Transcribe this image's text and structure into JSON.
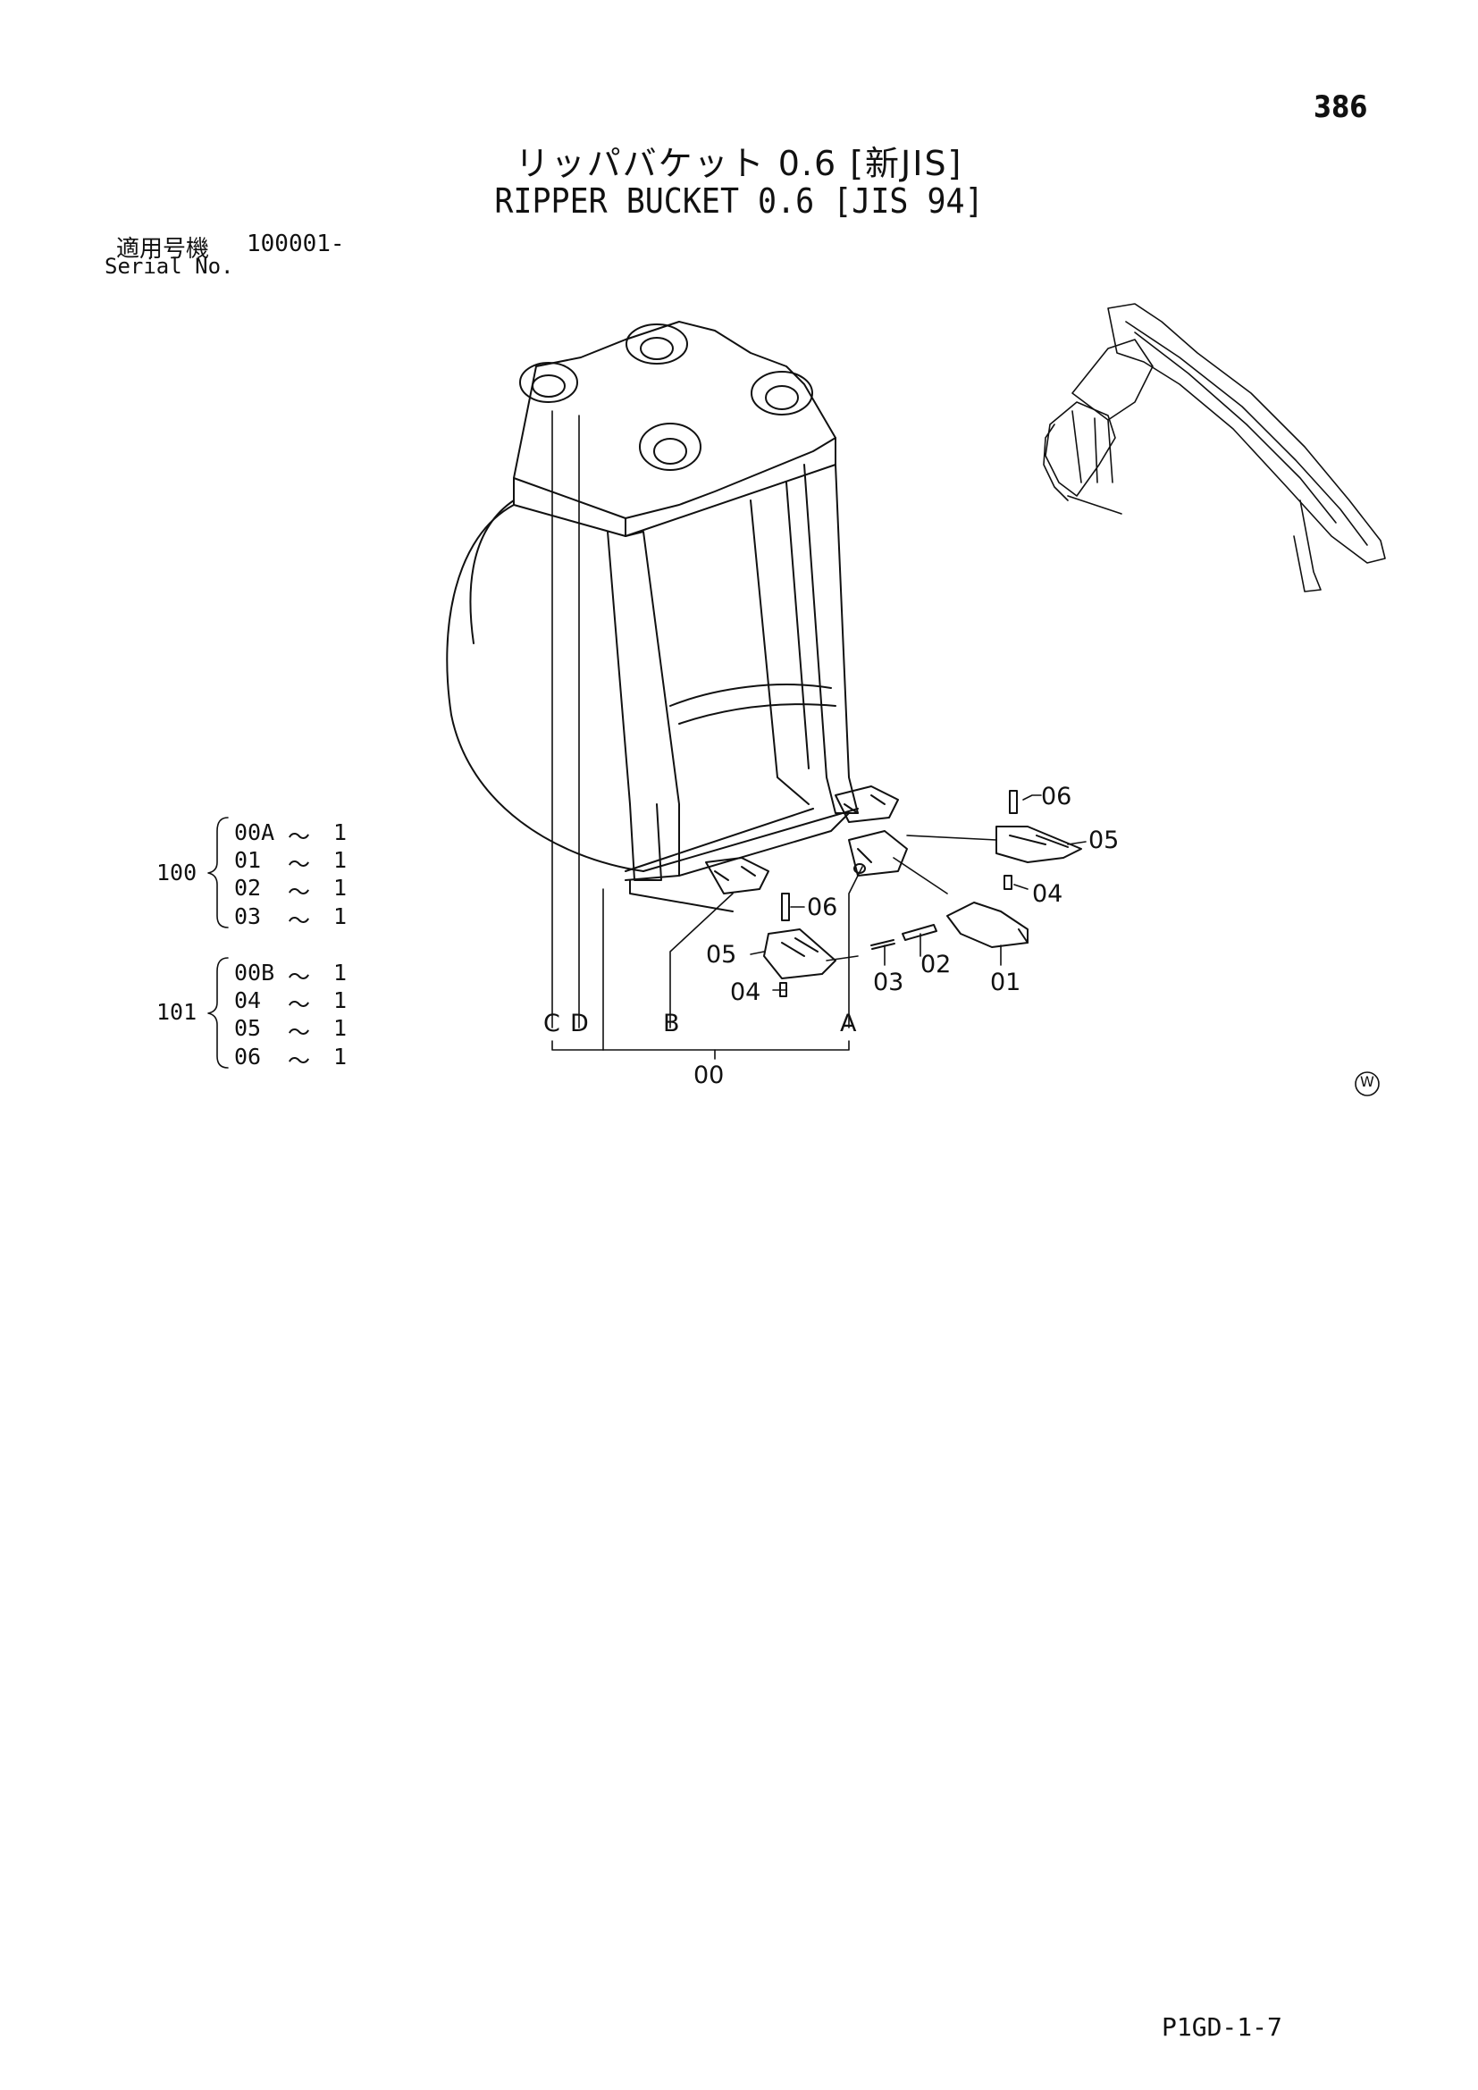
{
  "header": {
    "page_number": "386",
    "title_jp": "リッパバケット 0.6 [新JIS]",
    "title_en": "RIPPER BUCKET 0.6 [JIS 94]",
    "serial_label_jp": "適用号機",
    "serial_value": "100001-",
    "serial_label_en": "Serial No."
  },
  "assemblies": [
    {
      "id": "100",
      "rows": [
        {
          "part": "00A",
          "sep": "〜",
          "qty": "1"
        },
        {
          "part": "01",
          "sep": "〜",
          "qty": "1"
        },
        {
          "part": "02",
          "sep": "〜",
          "qty": "1"
        },
        {
          "part": "03",
          "sep": "〜",
          "qty": "1"
        }
      ]
    },
    {
      "id": "101",
      "rows": [
        {
          "part": "00B",
          "sep": "〜",
          "qty": "1"
        },
        {
          "part": "04",
          "sep": "〜",
          "qty": "1"
        },
        {
          "part": "05",
          "sep": "〜",
          "qty": "1"
        },
        {
          "part": "06",
          "sep": "〜",
          "qty": "1"
        }
      ]
    }
  ],
  "callouts": {
    "c06_top": "06",
    "c05_right": "05",
    "c04_right": "04",
    "c06_mid": "06",
    "c05_left": "05",
    "c04_left": "04",
    "c03": "03",
    "c02": "02",
    "c01": "01",
    "ref_c": "C",
    "ref_d": "D",
    "ref_b": "B",
    "ref_a": "A",
    "c00": "00"
  },
  "mark": "W",
  "footer": {
    "code": "P1GD-1-7"
  }
}
